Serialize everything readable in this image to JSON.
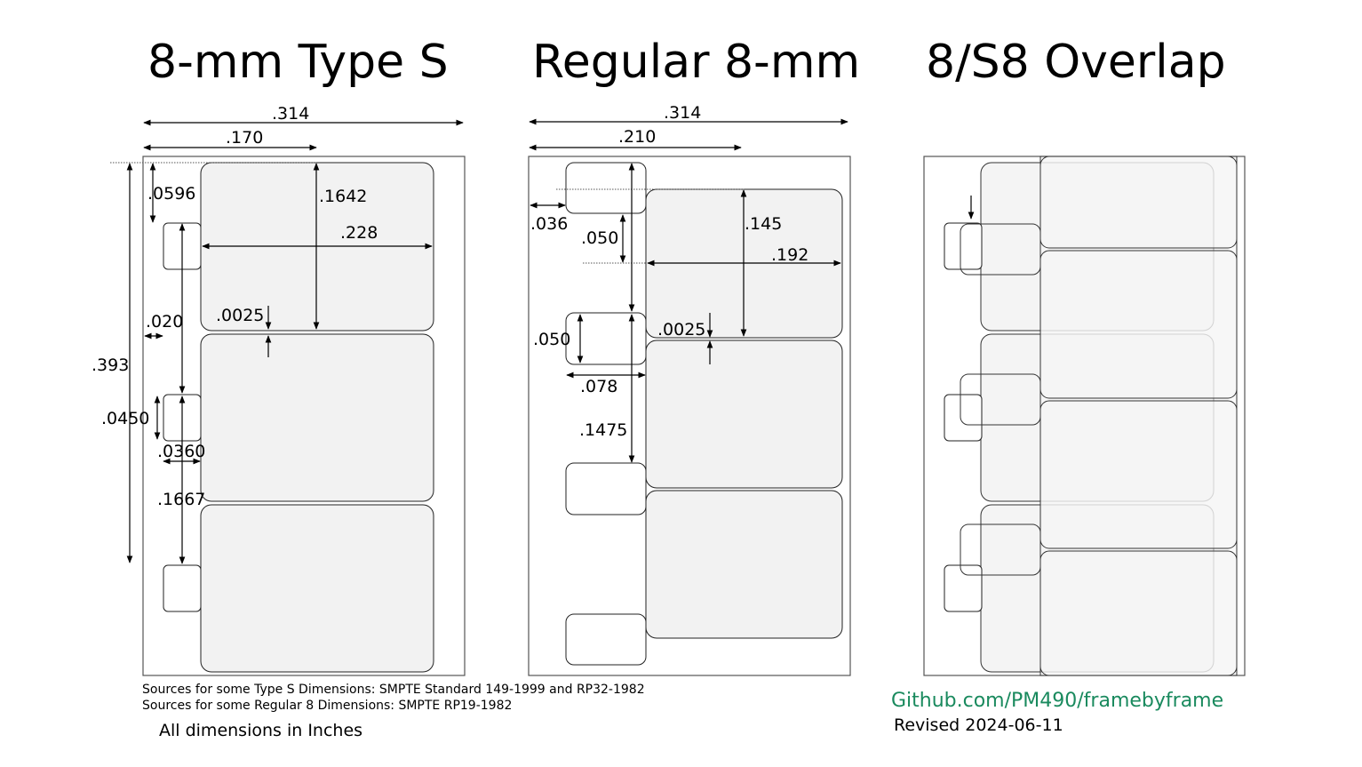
{
  "titles": {
    "type_s": "8-mm Type S",
    "regular": "Regular 8-mm",
    "overlap": "8/S8 Overlap"
  },
  "type_s_dims": {
    "film_width": ".314",
    "edge_to_frame_center": ".170",
    "perf_to_frame_top": ".0596",
    "frame_height": ".1642",
    "frame_width": ".228",
    "perf_edge": ".020",
    "frame_gap": ".0025",
    "span": ".393",
    "perf_height": ".0450",
    "perf_width": ".0360",
    "perf_pitch": ".1667"
  },
  "regular_dims": {
    "film_width": ".314",
    "edge_to_frame_center": ".210",
    "perf_edge": ".036",
    "perf_to_frame": ".050",
    "frame_height": ".145",
    "frame_width": ".192",
    "perf_height": ".050",
    "frame_gap": ".0025",
    "perf_width": ".078",
    "perf_pitch": ".1475"
  },
  "footer": {
    "source_type_s": "Sources for some Type S Dimensions: SMPTE Standard 149-1999 and RP32-1982",
    "source_regular": "Sources for some Regular 8 Dimensions: SMPTE RP19-1982",
    "units": "All dimensions in Inches",
    "link": "Github.com/PM490/framebyframe",
    "revised": "Revised 2024-06-11"
  },
  "colors": {
    "link": "#1a8a5e",
    "frame_fill": "#f2f2f2"
  }
}
